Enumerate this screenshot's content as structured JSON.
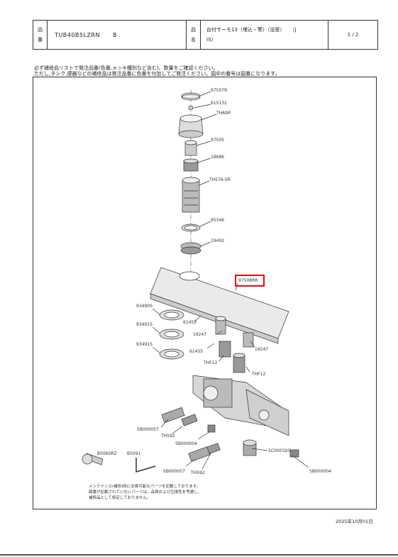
{
  "header": {
    "label_product_no": [
      "品",
      "番"
    ],
    "product_code": "TUB40B5LZRN",
    "product_rev": "B",
    "label_product_name": [
      "品",
      "名"
    ],
    "product_name_line1": "台付サーモ13（埋込・寒）（浴室）　　（J",
    "product_name_line2": "IS)",
    "page": "1 / 2"
  },
  "notes": {
    "line1": "必ず補修品リストで発注品番(色番,メッキ種別など含む)、数量をご確認ください。",
    "line2": "ただし,タンク,便器などの補修品は発注品番に色番を付加してご発注ください。図中の番号は図番になります。"
  },
  "parts": [
    {
      "id": "p1",
      "label": "97507R"
    },
    {
      "id": "p2",
      "label": "615132"
    },
    {
      "id": "p3",
      "label": "THA9R"
    },
    {
      "id": "p4",
      "label": "97505"
    },
    {
      "id": "p5",
      "label": "18686"
    },
    {
      "id": "p6",
      "label": "TH576-5R"
    },
    {
      "id": "p7",
      "label": "95346"
    },
    {
      "id": "p8",
      "label": "19402"
    },
    {
      "id": "p9",
      "label": "97508RR"
    },
    {
      "id": "p10",
      "label": "93490S"
    },
    {
      "id": "p11",
      "label": "93491S"
    },
    {
      "id": "p12",
      "label": "93491S"
    },
    {
      "id": "p13",
      "label": "61455"
    },
    {
      "id": "p14",
      "label": "19247"
    },
    {
      "id": "p15",
      "label": "61455"
    },
    {
      "id": "p16",
      "label": "19247"
    },
    {
      "id": "p17",
      "label": "THF12"
    },
    {
      "id": "p18",
      "label": "THF12"
    },
    {
      "id": "p19",
      "label": "5B000057"
    },
    {
      "id": "p20",
      "label": "TH592"
    },
    {
      "id": "p21",
      "label": "5B000004"
    },
    {
      "id": "p22",
      "label": "5C000320"
    },
    {
      "id": "p23",
      "label": "B5060RZ"
    },
    {
      "id": "p24",
      "label": "B5091"
    },
    {
      "id": "p25",
      "label": "5B000057"
    },
    {
      "id": "p26",
      "label": "TH592"
    },
    {
      "id": "p27",
      "label": "5B000004"
    }
  ],
  "footnote": {
    "line1": "メンテナンス(補修)時に交換可能なパーツを記載しております。",
    "line2": "図番が記載されていないパーツは、品質および互換性を考慮し、",
    "line3": "補修品として設定しておりません。"
  },
  "date": "2025年10月01日",
  "highlight_color": "#e01010"
}
